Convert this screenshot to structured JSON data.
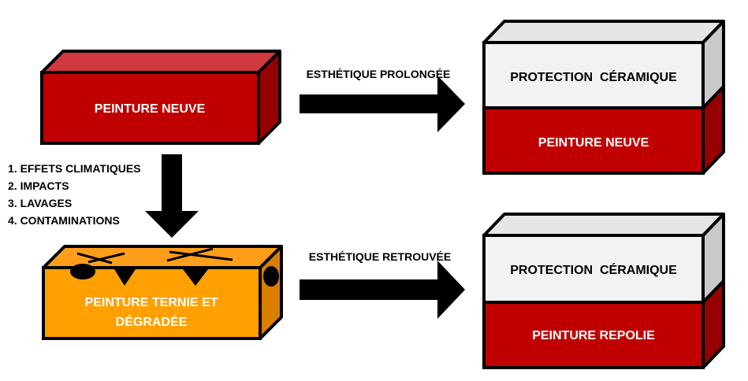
{
  "colors": {
    "red_front": "#c00000",
    "red_top": "#d0393d",
    "red_side": "#960000",
    "white_front": "#f2f2f2",
    "white_top": "#e6e6e6",
    "white_side": "#c9c9c9",
    "orange_front": "#ffa000",
    "orange_top": "#ff9e1a",
    "orange_side": "#d97e00",
    "arrow": "#000000"
  },
  "boxes": {
    "new_paint": "PEINTURE NEUVE",
    "worn_paint_line1": "PEINTURE TERNIE ET",
    "worn_paint_line2": "DÉGRADÉE",
    "ceramic_top_1": "PROTECTION  CÉRAMIQUE",
    "ceramic_bottom_1": "PEINTURE NEUVE",
    "ceramic_top_2": "PROTECTION  CÉRAMIQUE",
    "ceramic_bottom_2": "PEINTURE REPOLIE"
  },
  "arrows": {
    "top_label": "ESTHÉTIQUE PROLONGÉE",
    "bottom_label": "ESTHÉTIQUE RETROUVÉE"
  },
  "causes": [
    "1. EFFETS CLIMATIQUES",
    "2. IMPACTS",
    "3. LAVAGES",
    "4. CONTAMINATIONS"
  ]
}
